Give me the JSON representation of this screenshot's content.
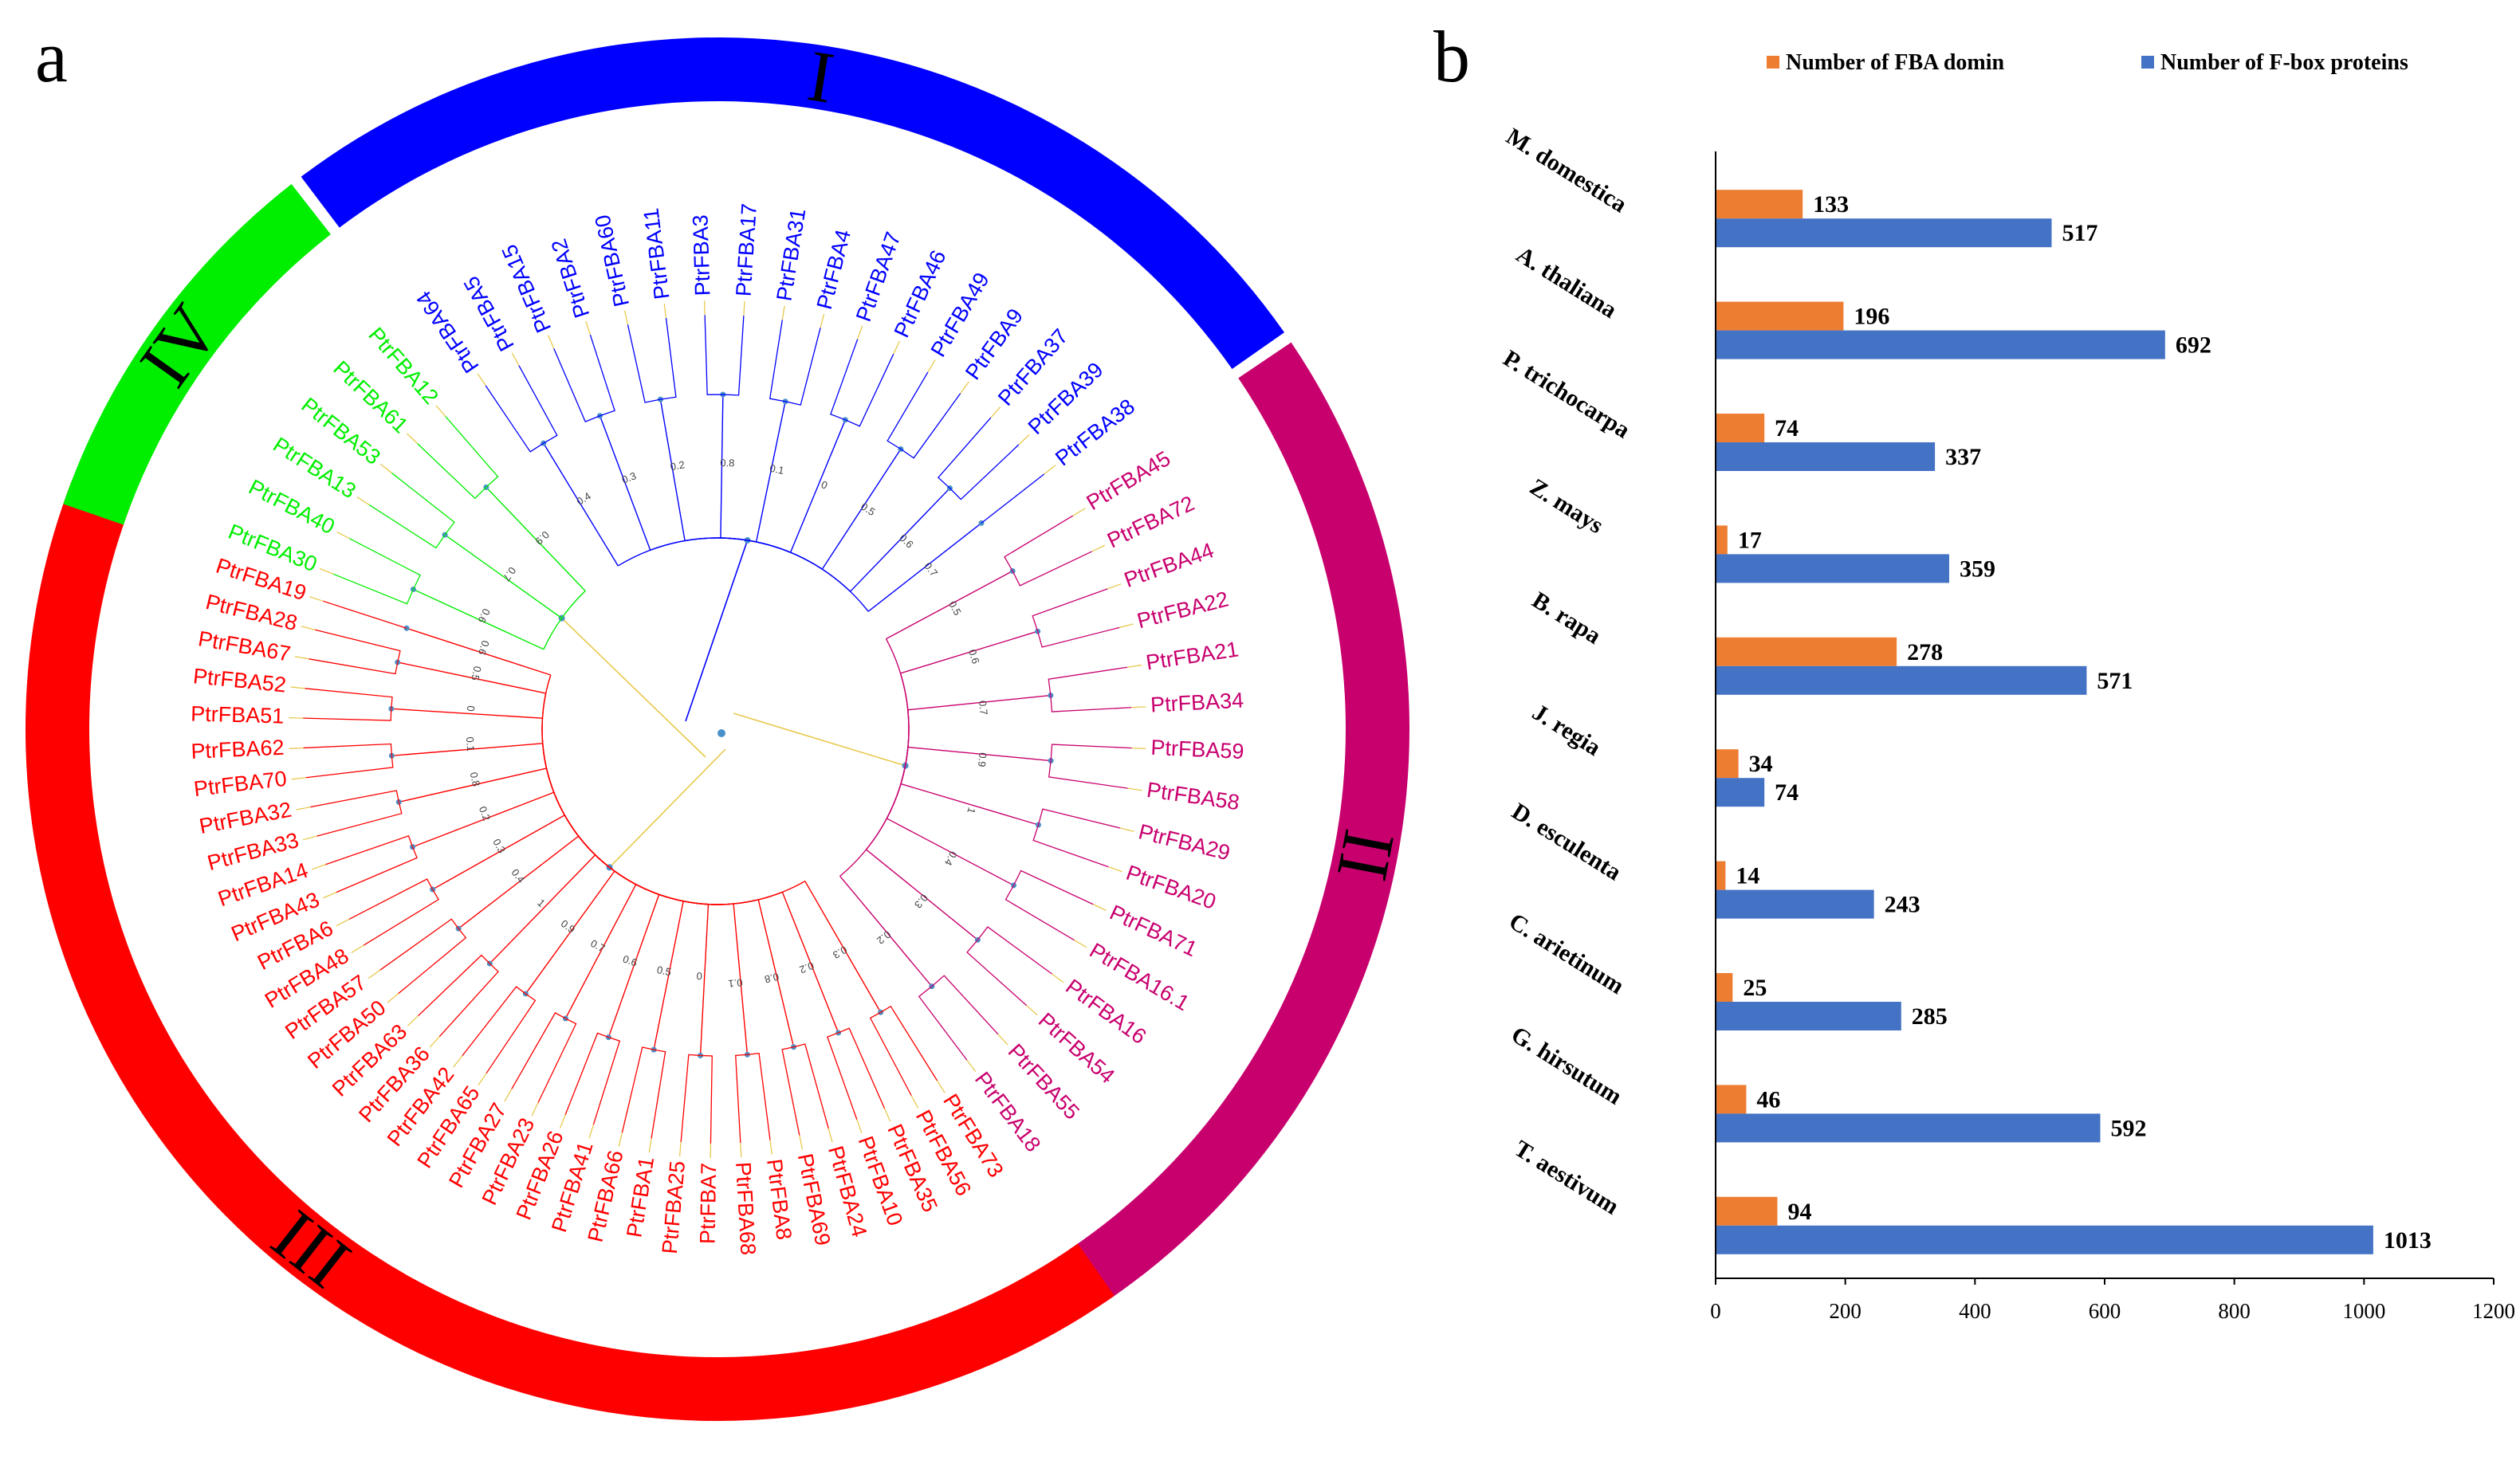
{
  "panels": {
    "a": "a",
    "b": "b"
  },
  "colors": {
    "clade_I": "#0000ff",
    "clade_II": "#c8006e",
    "clade_III": "#ff0000",
    "clade_IV": "#00ee00",
    "domain_bar": "#ed7d31",
    "fbox_bar": "#4472c4"
  },
  "tree": {
    "clades": [
      {
        "label": "I",
        "color": "#0000ff",
        "leaves": [
          "PtrFBA64",
          "PtrFBA5",
          "PtrFBA15",
          "PtrFBA2",
          "PtrFBA60",
          "PtrFBA11",
          "PtrFBA3",
          "PtrFBA17",
          "PtrFBA31",
          "PtrFBA4",
          "PtrFBA47",
          "PtrFBA46",
          "PtrFBA49",
          "PtrFBA9",
          "PtrFBA37",
          "PtrFBA39",
          "PtrFBA38"
        ]
      },
      {
        "label": "II",
        "color": "#c8006e",
        "leaves": [
          "PtrFBA45",
          "PtrFBA72",
          "PtrFBA44",
          "PtrFBA22",
          "PtrFBA21",
          "PtrFBA34",
          "PtrFBA59",
          "PtrFBA58",
          "PtrFBA29",
          "PtrFBA20",
          "PtrFBA71",
          "PtrFBA16.1",
          "PtrFBA16",
          "PtrFBA54",
          "PtrFBA55",
          "PtrFBA18"
        ]
      },
      {
        "label": "III",
        "color": "#ff0000",
        "leaves": [
          "PtrFBA73",
          "PtrFBA56",
          "PtrFBA35",
          "PtrFBA10",
          "PtrFBA24",
          "PtrFBA69",
          "PtrFBA8",
          "PtrFBA68",
          "PtrFBA7",
          "PtrFBA25",
          "PtrFBA1",
          "PtrFBA66",
          "PtrFBA41",
          "PtrFBA26",
          "PtrFBA23",
          "PtrFBA27",
          "PtrFBA65",
          "PtrFBA42",
          "PtrFBA36",
          "PtrFBA63",
          "PtrFBA50",
          "PtrFBA57",
          "PtrFBA48",
          "PtrFBA6",
          "PtrFBA43",
          "PtrFBA14",
          "PtrFBA33",
          "PtrFBA32",
          "PtrFBA70",
          "PtrFBA62",
          "PtrFBA51",
          "PtrFBA52",
          "PtrFBA67",
          "PtrFBA28",
          "PtrFBA19"
        ]
      },
      {
        "label": "IV",
        "color": "#00ee00",
        "leaves": [
          "PtrFBA30",
          "PtrFBA40",
          "PtrFBA13",
          "PtrFBA53",
          "PtrFBA61",
          "PtrFBA12"
        ]
      }
    ],
    "support_values": [
      "0.4",
      "0.5",
      "0.3",
      "0.6",
      "0.2",
      "0.7",
      "0.8",
      "0.9",
      "0.1",
      "1",
      "0"
    ]
  },
  "chart_data": {
    "type": "bar",
    "orientation": "horizontal",
    "categories": [
      "M. domestica",
      "A. thaliana",
      "P. trichocarpa",
      "Z. mays",
      "B. rapa",
      "J. regia",
      "D. esculenta",
      "C. arietinum",
      "G. hirsutum",
      "T. aestivum"
    ],
    "series": [
      {
        "name": "Number of FBA domin",
        "color": "#ed7d31",
        "values": [
          133,
          196,
          74,
          17,
          278,
          34,
          14,
          25,
          46,
          94
        ]
      },
      {
        "name": "Number of F-box proteins",
        "color": "#4472c4",
        "values": [
          517,
          692,
          337,
          359,
          571,
          74,
          243,
          285,
          592,
          1013
        ]
      }
    ],
    "xlim": [
      0,
      1200
    ],
    "xticks": [
      "0",
      "200",
      "400",
      "600",
      "800",
      "1000",
      "1200"
    ],
    "legend": "top",
    "grid": false
  }
}
